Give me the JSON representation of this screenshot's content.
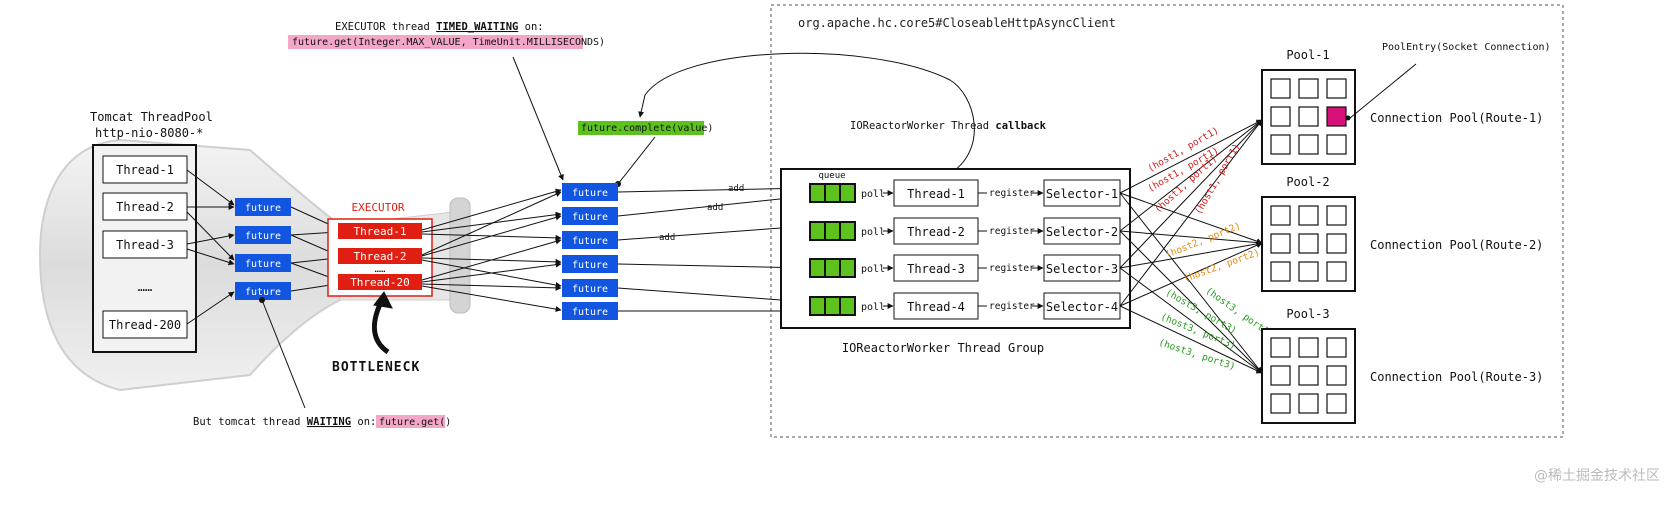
{
  "top_note": {
    "line1_prefix": "EXECUTOR thread ",
    "line1_bold": "TIMED_WAITING",
    "line1_suffix": " on:",
    "code": "future.get(Integer.MAX_VALUE, TimeUnit.MILLISECONDS)"
  },
  "tomcat": {
    "title1": "Tomcat ThreadPool",
    "title2": "http-nio-8080-*",
    "threads": [
      "Thread-1",
      "Thread-2",
      "Thread-3",
      "……",
      "Thread-200"
    ]
  },
  "left_futures": [
    "future",
    "future",
    "future",
    "future"
  ],
  "executor": {
    "label": "EXECUTOR",
    "threads": [
      "Thread-1",
      "Thread-2",
      "Thread-20"
    ],
    "ellipsis": "……"
  },
  "bottleneck": "BOTTLENECK",
  "bottom_note": {
    "prefix": "But tomcat thread ",
    "bold": "WAITING",
    "suffix": " on:",
    "code": "future.get()"
  },
  "future_complete": "future.complete(value)",
  "mid_futures": [
    "future",
    "future",
    "future",
    "future",
    "future",
    "future"
  ],
  "add_labels": [
    "add",
    "add",
    "add"
  ],
  "client_title": "org.apache.hc.core5#CloseableHttpAsyncClient",
  "callback": {
    "prefix": "IOReactorWorker Thread ",
    "bold": "callback"
  },
  "queue_label": "queue",
  "poll_label": "poll",
  "register_label": "register",
  "worker_threads": [
    "Thread-1",
    "Thread-2",
    "Thread-3",
    "Thread-4"
  ],
  "selectors": [
    "Selector-1",
    "Selector-2",
    "Selector-3",
    "Selector-4"
  ],
  "group_label": "IOReactorWorker Thread Group",
  "pools": [
    {
      "name": "Pool-1",
      "label": "Connection Pool(Route-1)"
    },
    {
      "name": "Pool-2",
      "label": "Connection Pool(Route-2)"
    },
    {
      "name": "Pool-3",
      "label": "Connection Pool(Route-3)"
    }
  ],
  "pool_entry_label": "PoolEntry(Socket Connection)",
  "route_labels": {
    "r1": "(host1, port1)",
    "r2": "(host2, port2)",
    "r3": "(host3, port3)"
  },
  "watermark": "@稀土掘金技术社区",
  "colors": {
    "future_blue": "#1255e0",
    "executor_red": "#e01e12",
    "queue_green": "#5ec21e",
    "code_pink": "#f4a6c8",
    "complete_green": "#5ec21e",
    "pool_entry_magenta": "#d6127a",
    "route1": "#d21c1c",
    "route2": "#e8890c",
    "route3": "#2a9a22"
  }
}
